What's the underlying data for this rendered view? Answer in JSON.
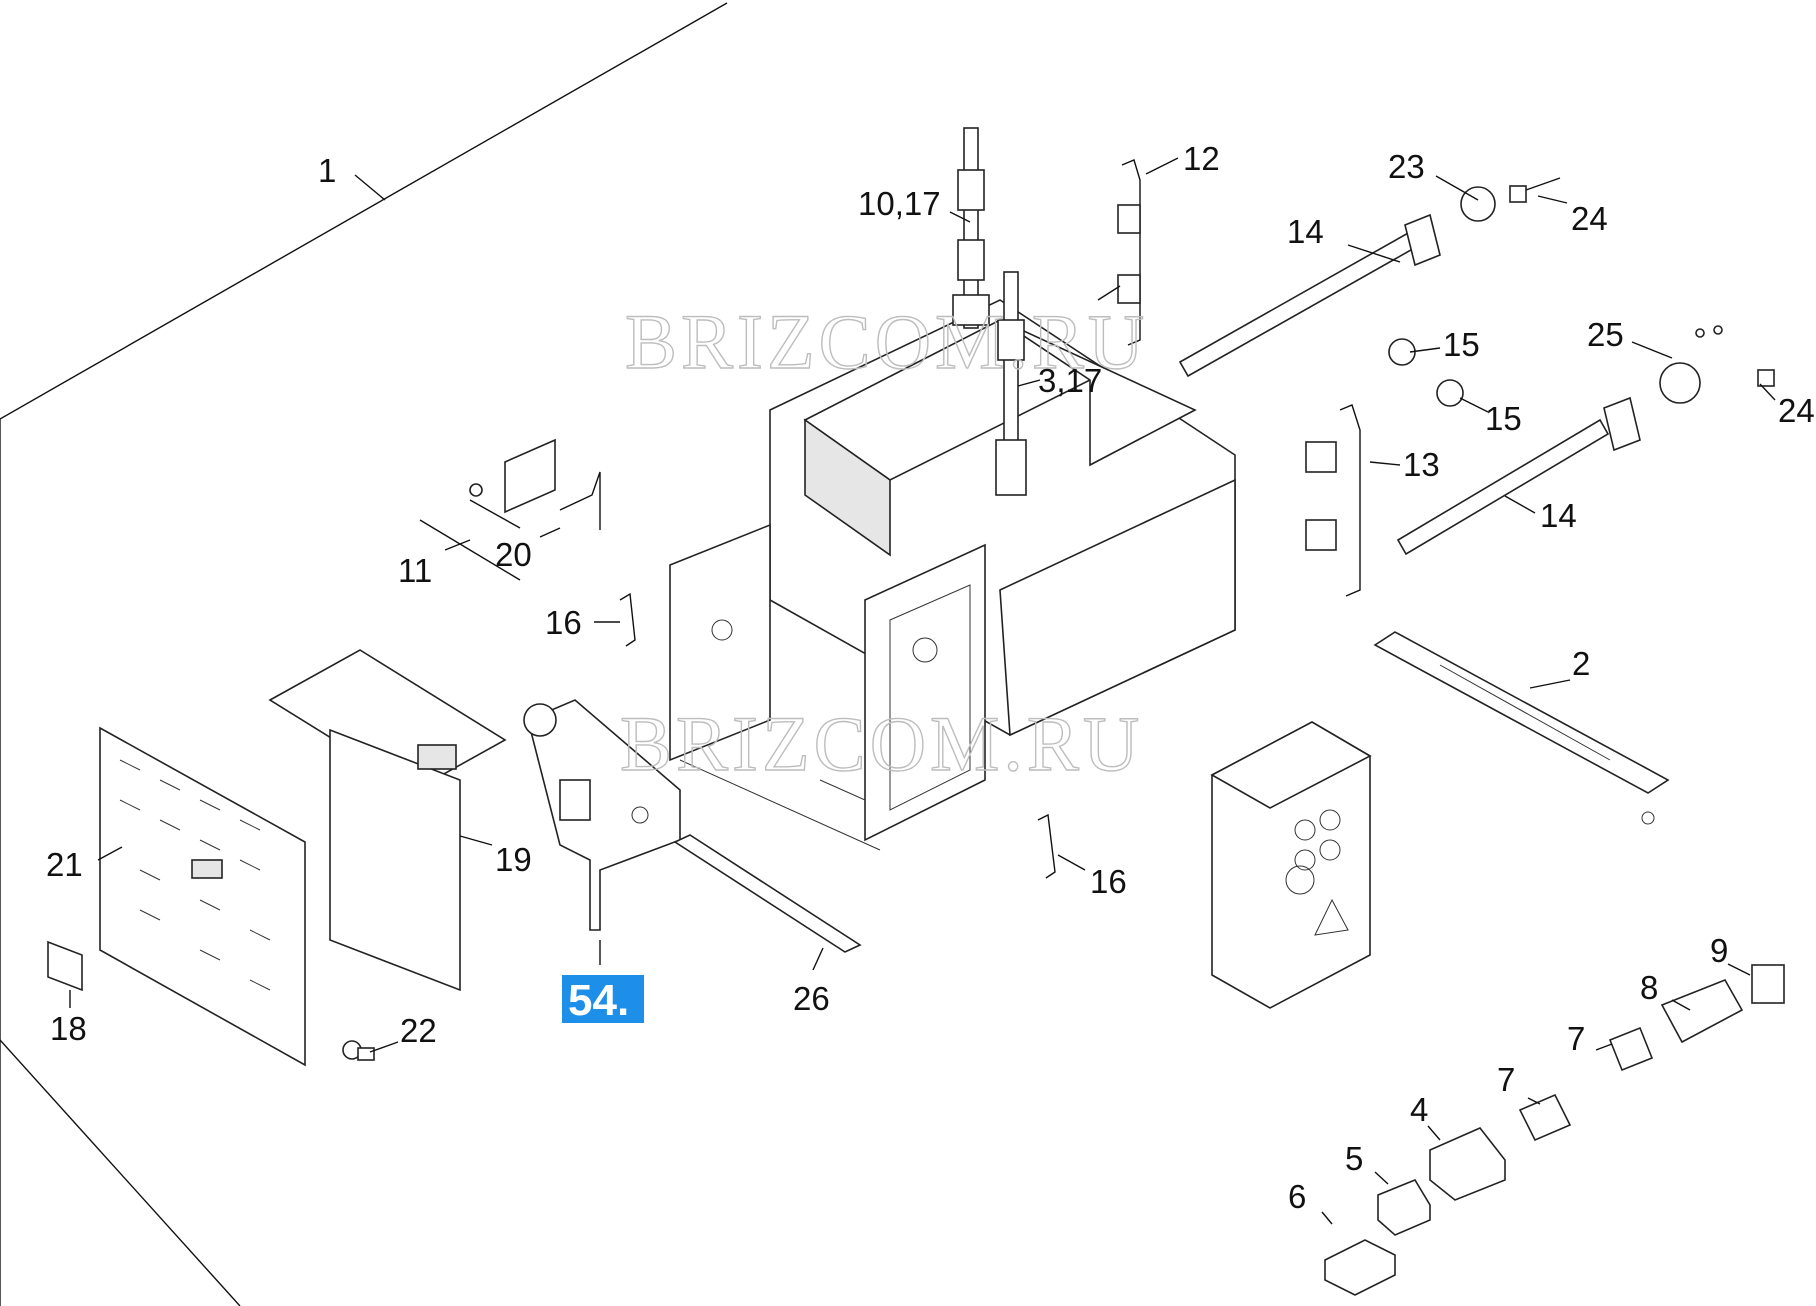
{
  "watermark": "BRIZCOM.RU",
  "highlight": {
    "label": "54.",
    "color": "#1e8fe8"
  },
  "callouts": [
    "1",
    "10,17",
    "12",
    "23",
    "24",
    "14",
    "3,17",
    "25",
    "15",
    "15",
    "24",
    "13",
    "14",
    "11",
    "20",
    "16",
    "2",
    "19",
    "21",
    "16",
    "26",
    "9",
    "8",
    "18",
    "22",
    "7",
    "7",
    "4",
    "5",
    "6"
  ]
}
